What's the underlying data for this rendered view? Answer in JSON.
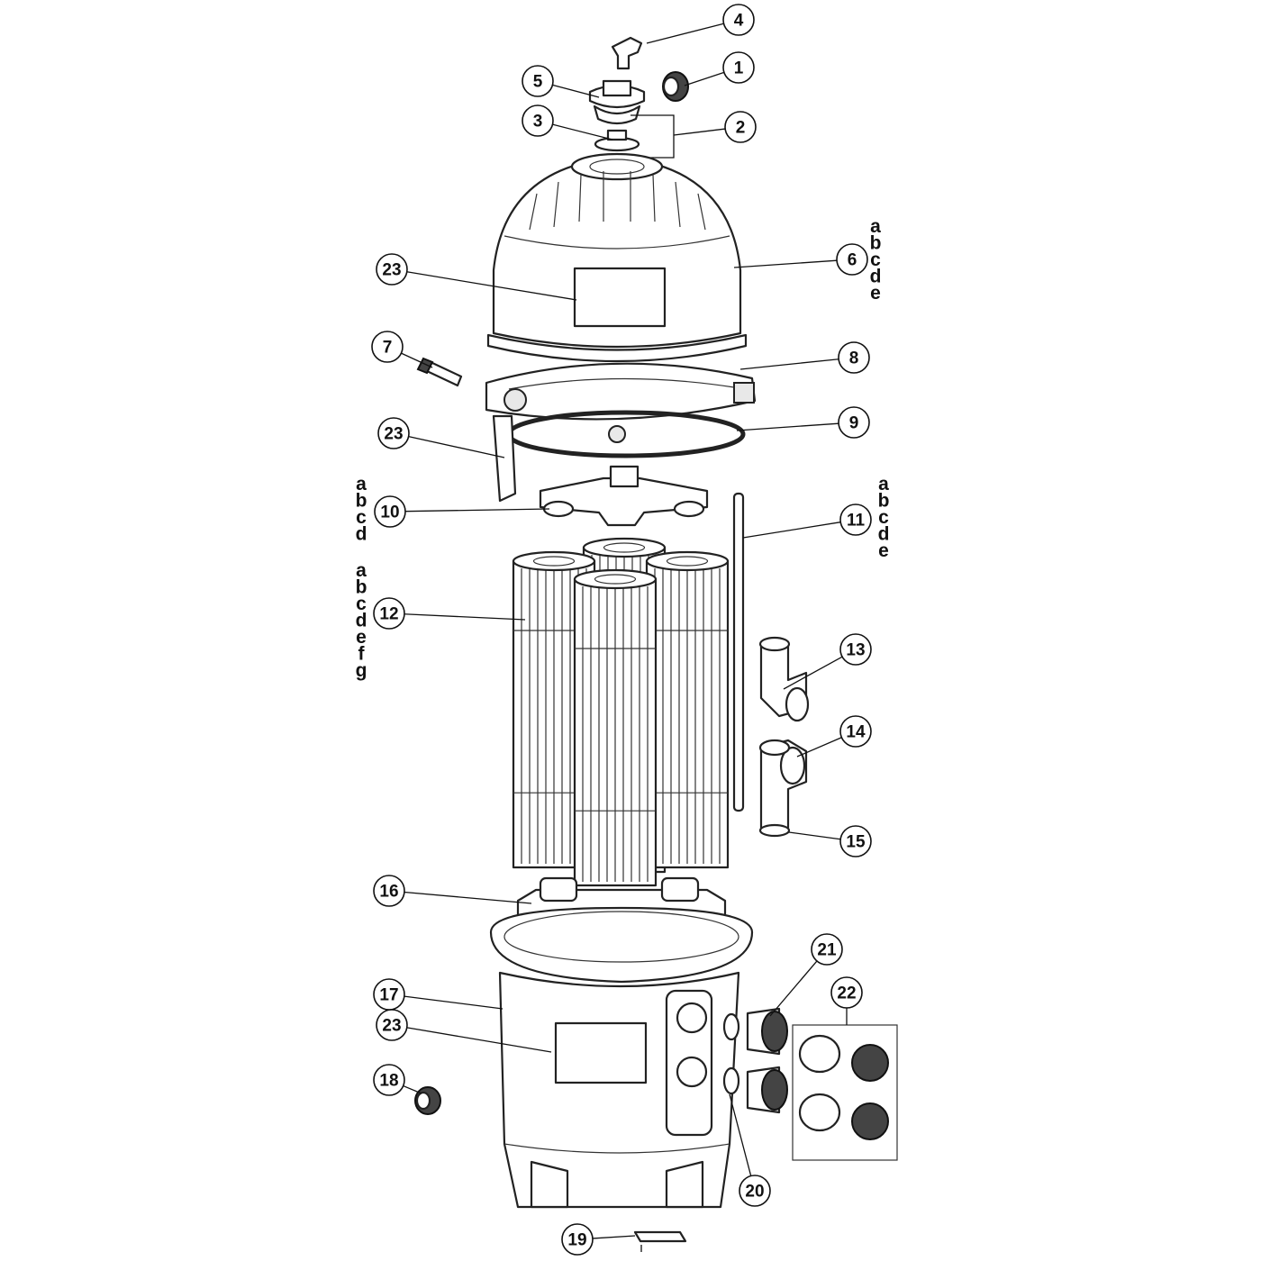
{
  "callouts": [
    {
      "id": "4",
      "label": "4"
    },
    {
      "id": "1",
      "label": "1"
    },
    {
      "id": "5",
      "label": "5"
    },
    {
      "id": "3",
      "label": "3"
    },
    {
      "id": "2",
      "label": "2"
    },
    {
      "id": "6",
      "label": "6"
    },
    {
      "id": "23a",
      "label": "23"
    },
    {
      "id": "7",
      "label": "7"
    },
    {
      "id": "8",
      "label": "8"
    },
    {
      "id": "9",
      "label": "9"
    },
    {
      "id": "23b",
      "label": "23"
    },
    {
      "id": "10",
      "label": "10"
    },
    {
      "id": "11",
      "label": "11"
    },
    {
      "id": "12",
      "label": "12"
    },
    {
      "id": "13",
      "label": "13"
    },
    {
      "id": "14",
      "label": "14"
    },
    {
      "id": "15",
      "label": "15"
    },
    {
      "id": "16",
      "label": "16"
    },
    {
      "id": "21",
      "label": "21"
    },
    {
      "id": "22",
      "label": "22"
    },
    {
      "id": "17",
      "label": "17"
    },
    {
      "id": "23c",
      "label": "23"
    },
    {
      "id": "18",
      "label": "18"
    },
    {
      "id": "20",
      "label": "20"
    },
    {
      "id": "19",
      "label": "19"
    }
  ],
  "variant_letters": [
    {
      "part": "6",
      "letters": [
        "a",
        "b",
        "c",
        "d",
        "e"
      ]
    },
    {
      "part": "10",
      "letters": [
        "a",
        "b",
        "c",
        "d"
      ]
    },
    {
      "part": "11",
      "letters": [
        "a",
        "b",
        "c",
        "d",
        "e"
      ]
    },
    {
      "part": "12",
      "letters": [
        "a",
        "b",
        "c",
        "d",
        "e",
        "f",
        "g"
      ]
    }
  ],
  "colors": {
    "line": "#111111",
    "background": "#ffffff"
  }
}
